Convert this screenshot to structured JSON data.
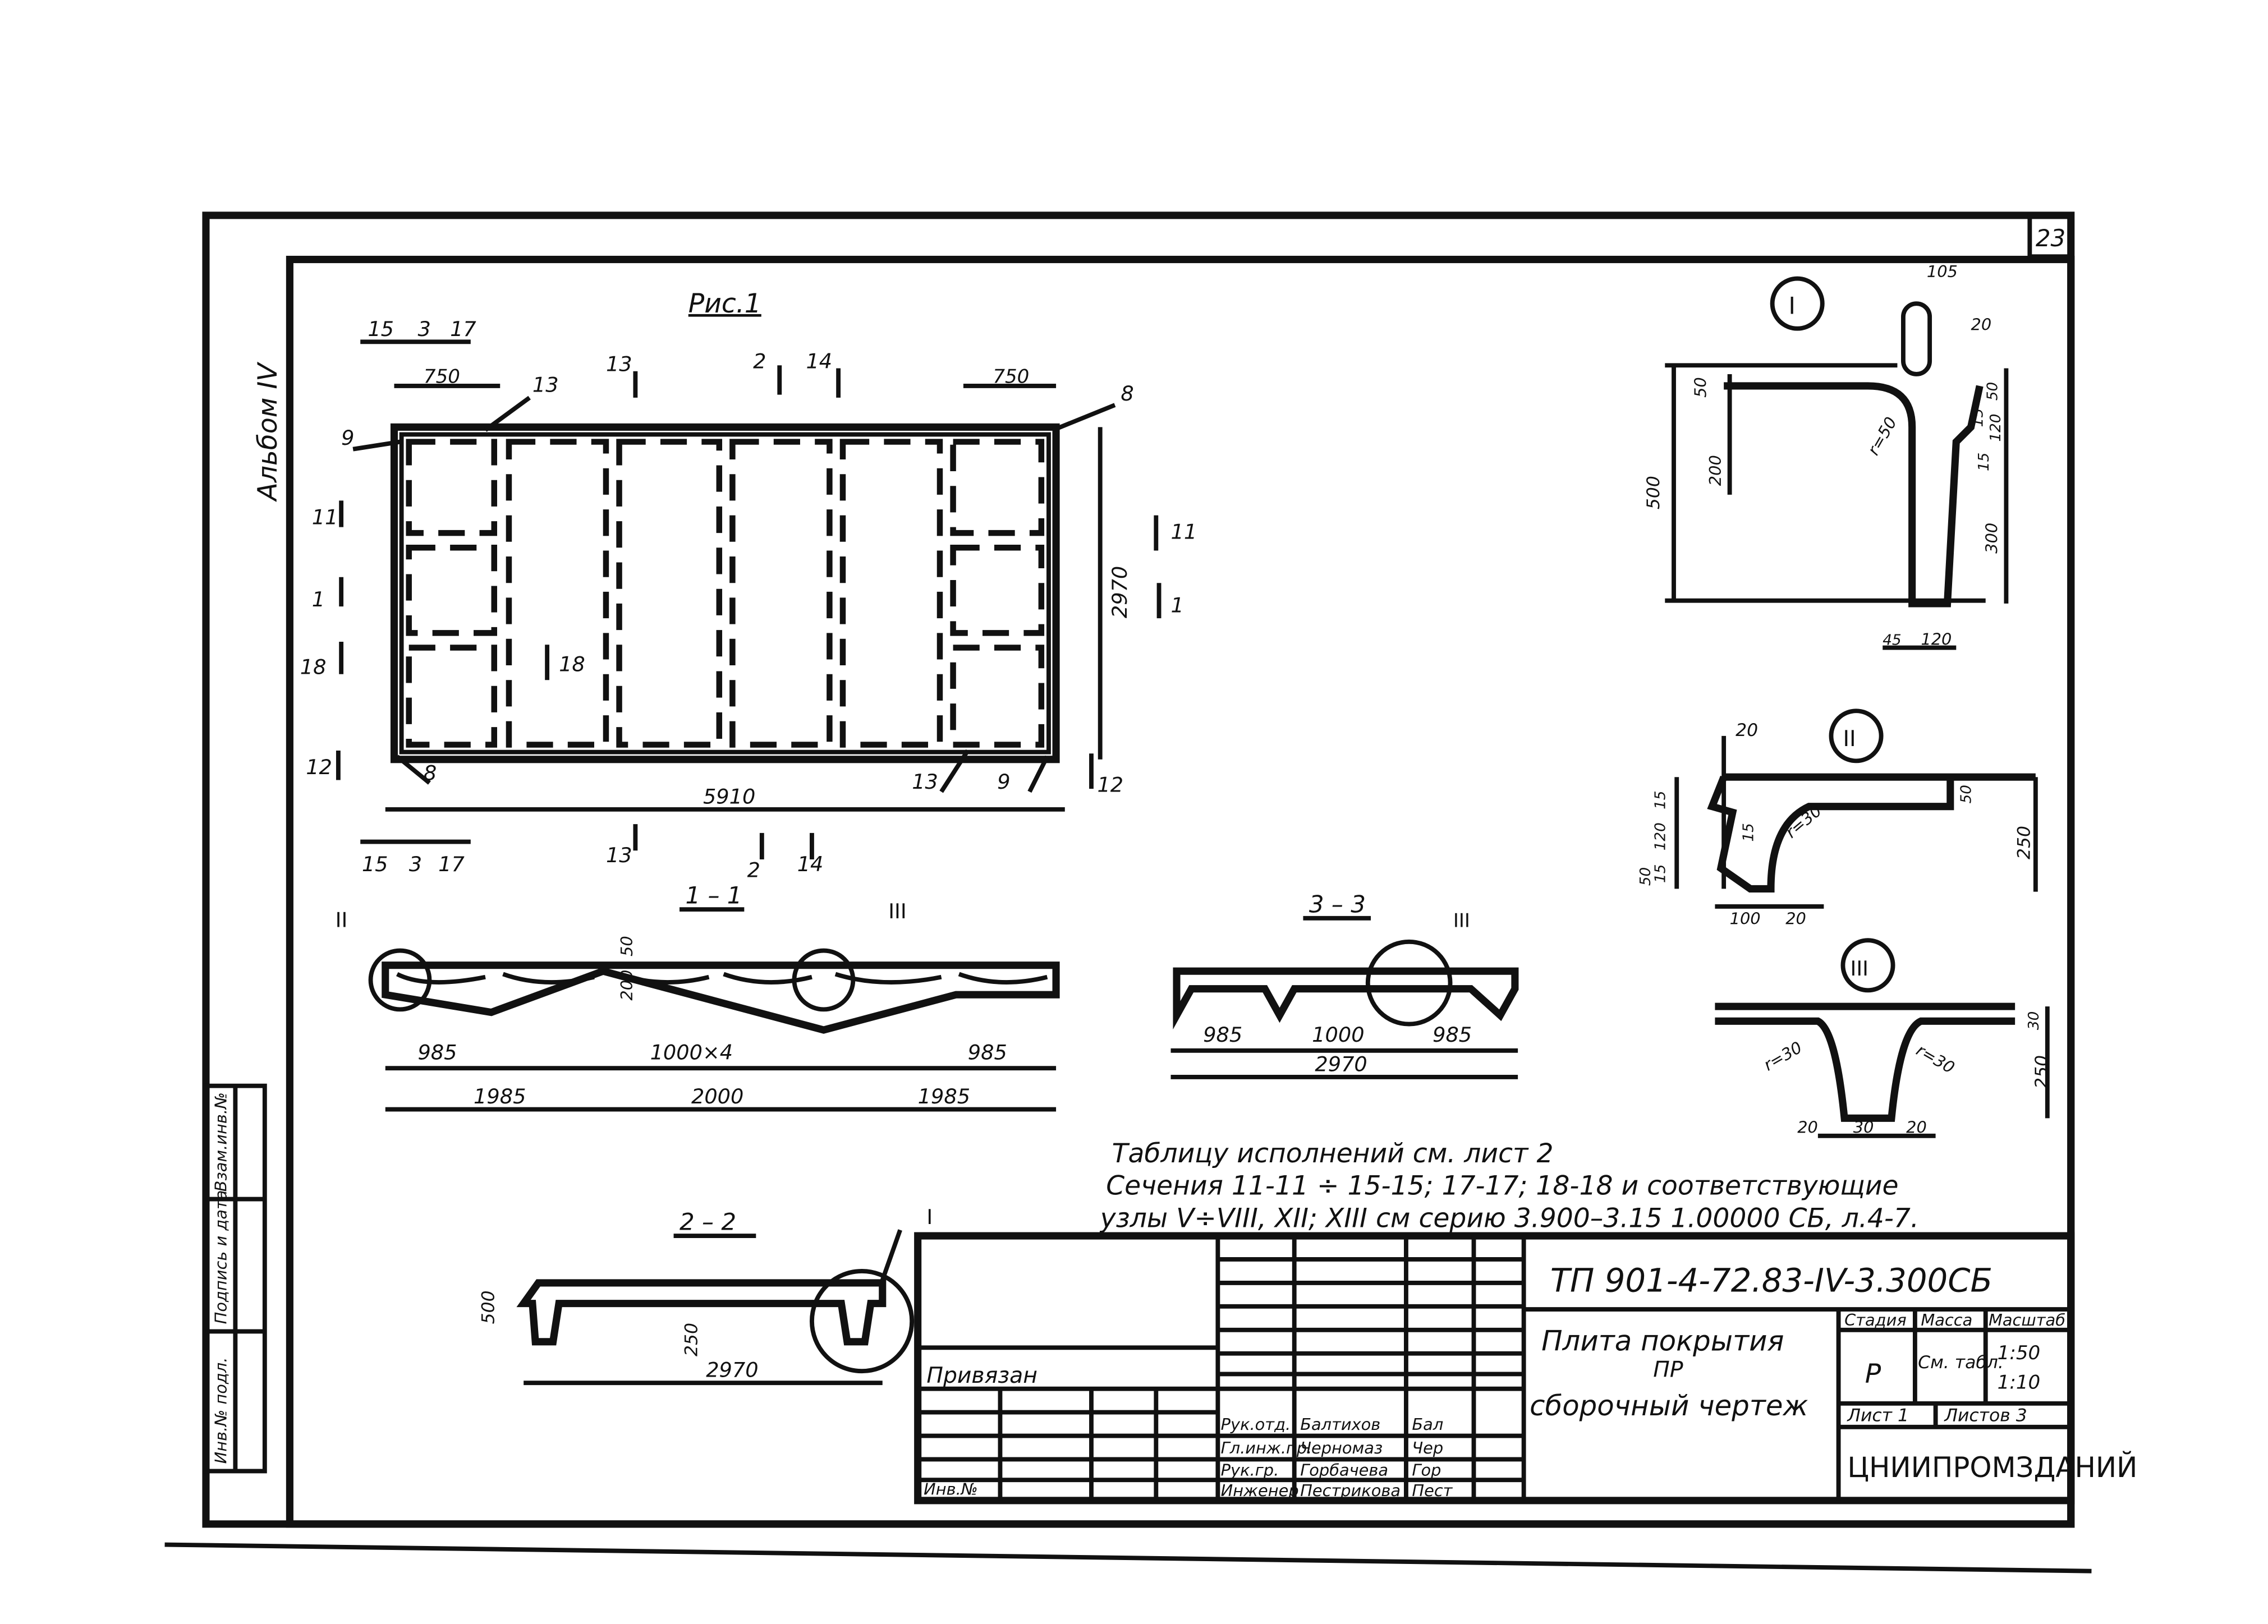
{
  "page_number": "23",
  "album": "Альбом IV",
  "figure_title": "Рис.1",
  "plan": {
    "length_dim": "5910",
    "width_dim": "2970",
    "edge_dim_left": "750",
    "edge_dim_right": "750",
    "top_marks": [
      "15",
      "3",
      "17"
    ],
    "bottom_marks": [
      "15",
      "3",
      "17"
    ],
    "callouts": [
      "9",
      "13",
      "8",
      "8",
      "13",
      "9"
    ],
    "section_marks_left": [
      "11",
      "1",
      "18",
      "12"
    ],
    "section_marks_right": [
      "11",
      "1",
      "12"
    ],
    "inner_mark": "18",
    "top_section_labels": [
      "13",
      "2",
      "14"
    ],
    "bottom_section_labels": [
      "13",
      "2",
      "14"
    ]
  },
  "section_1_1": {
    "title": "1 – 1",
    "node_marks": [
      "II",
      "III"
    ],
    "height_dims": [
      "200",
      "50"
    ],
    "top_dims": [
      "985",
      "1000×4",
      "985"
    ],
    "bottom_dims": [
      "1985",
      "2000",
      "1985"
    ]
  },
  "section_3_3": {
    "title": "3 – 3",
    "node_mark": "III",
    "top_dims": [
      "985",
      "1000",
      "985"
    ],
    "bottom_dim": "2970"
  },
  "section_2_2": {
    "title": "2 – 2",
    "node_mark": "I",
    "height_dims": [
      "500",
      "250"
    ],
    "bottom_dim": "2970"
  },
  "node_I": {
    "label": "I",
    "dims": [
      "105",
      "20",
      "50",
      "200",
      "500",
      "50",
      "15",
      "120",
      "15",
      "300",
      "45",
      "120"
    ],
    "radius": "r=50"
  },
  "node_II": {
    "label": "II",
    "dims": [
      "20",
      "15",
      "120",
      "15",
      "50",
      "50",
      "15",
      "250",
      "100",
      "20"
    ],
    "radius": "r=30"
  },
  "node_III": {
    "label": "III",
    "dims": [
      "30",
      "250",
      "20",
      "30",
      "20"
    ],
    "radius_left": "r=30",
    "radius_right": "r=30"
  },
  "notes": [
    "Таблицу исполнений см. лист 2",
    "Сечения 11-11 ÷ 15-15; 17-17; 18-18 и соответствующие",
    "узлы V÷VIII, XII; XIII см серию 3.900–3.15 1.00000 СБ, л.4-7."
  ],
  "title_block": {
    "doc_code": "ТП 901-4-72.83-IV-3.300СБ",
    "name_line1": "Плита покрытия",
    "name_line2": "ПР",
    "name_line3": "сборочный чертеж",
    "col_stage": "Стадия",
    "col_mass": "Масса",
    "col_scale": "Масштаб",
    "stage_value": "Р",
    "mass_value": "См. табл.",
    "scale_1": "1:50",
    "scale_2": "1:10",
    "sheet_label": "Лист 1",
    "sheets_label": "Листов 3",
    "org": "ЦНИИПРОМЗДАНИЙ",
    "privyazan": "Привязан",
    "inv_no": "Инв.№",
    "roles": [
      "Рук.отд.",
      "Гл.инж.пр.",
      "Рук.гр.",
      "Инженер"
    ],
    "names": [
      "Балтихов",
      "Черномаз",
      "Горбачева",
      "Пестрикова"
    ],
    "signatures": [
      "Бал",
      "Чер",
      "Гор",
      "Пест"
    ]
  },
  "side_stamp": {
    "labels": [
      "Инв.№ подл.",
      "Подпись и дата",
      "Взам.инв.№"
    ]
  }
}
